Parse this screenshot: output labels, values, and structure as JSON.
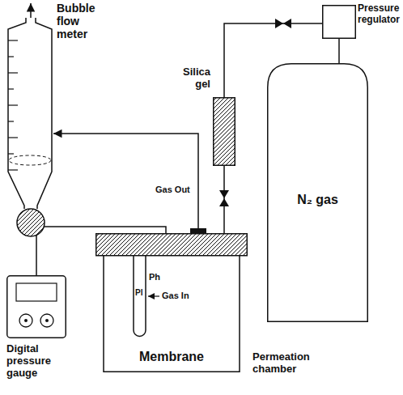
{
  "diagram": {
    "nodes": [
      {
        "text": [
          "Bubble flow meter"
        ]
      },
      {
        "text": [
          "Silica gel"
        ]
      },
      {
        "text": [
          "Pressure regulator"
        ]
      },
      {
        "text": [
          "N₂ gas"
        ]
      },
      {
        "text": [
          "Digital pressure gauge"
        ]
      },
      {
        "text": [
          "Membrane",
          "Permeation chamber"
        ]
      }
    ],
    "edges": [
      {
        "from": 2,
        "to": 1,
        "arrow": "none"
      },
      {
        "from": 1,
        "to": 5,
        "arrow": "none"
      },
      {
        "from": 5,
        "to": 0,
        "arrow": "to"
      },
      {
        "from": 4,
        "to": 5,
        "arrow": "none"
      },
      {
        "from": 3,
        "to": 2,
        "arrow": "none"
      }
    ],
    "labels": [
      "Gas Out",
      "Gas In",
      "Ph",
      "Pl"
    ]
  }
}
